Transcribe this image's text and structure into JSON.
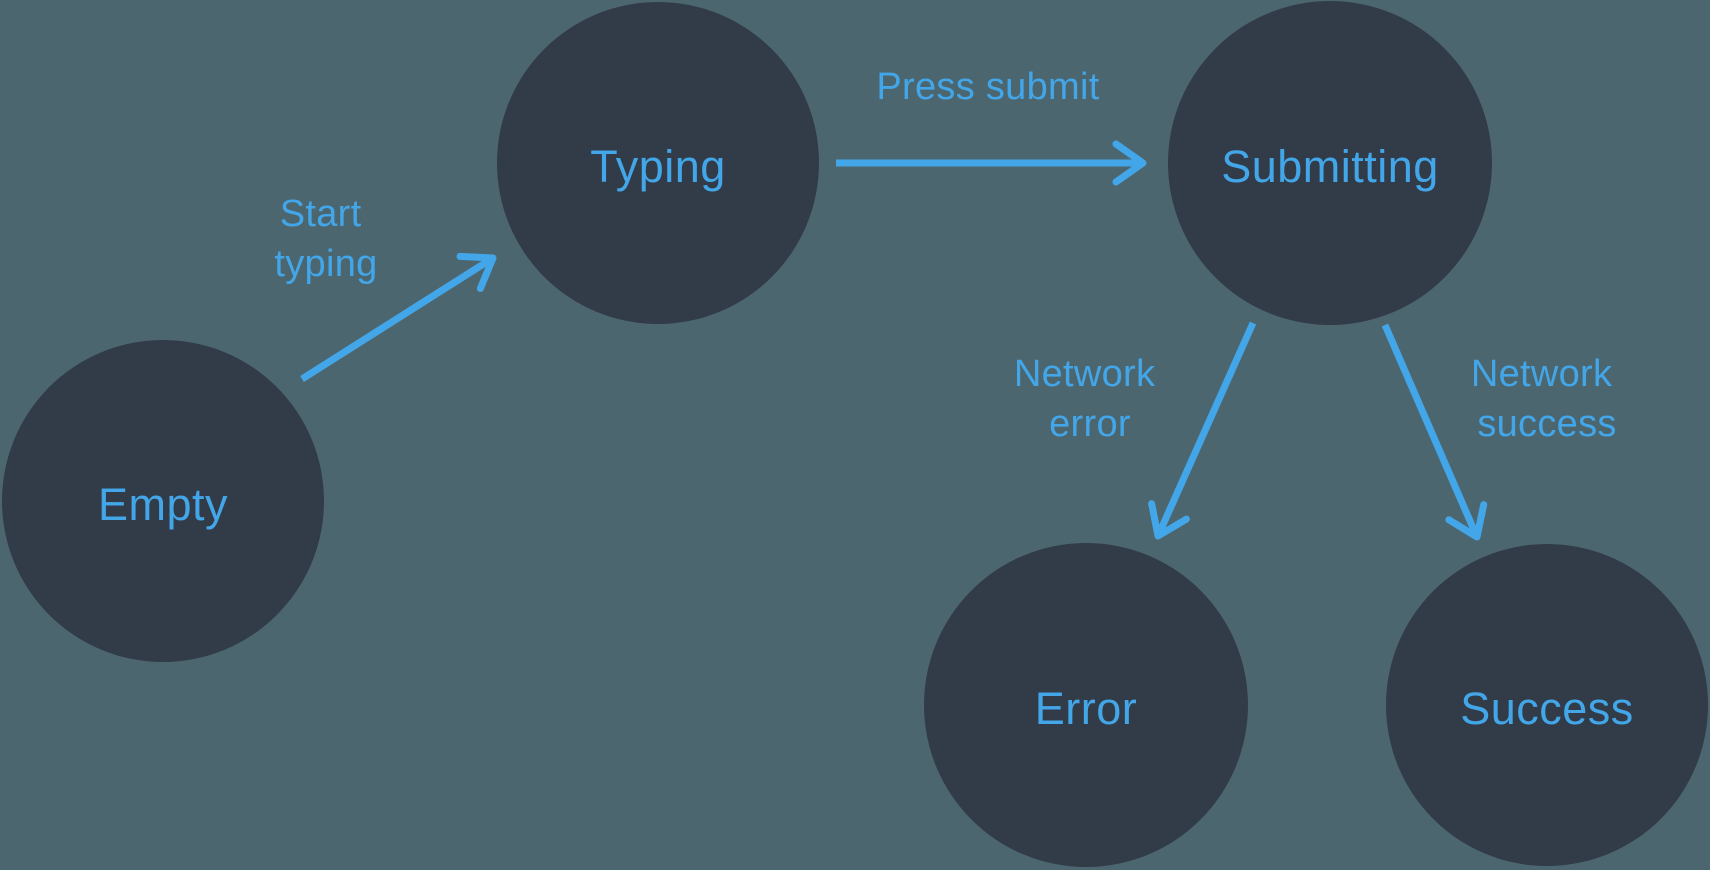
{
  "title": "Form submission state machine diagram",
  "colors": {
    "background": "#4C6670",
    "node_fill": "#323B48",
    "accent": "#42A6E8"
  },
  "nodes": [
    {
      "id": "empty",
      "label": "Empty"
    },
    {
      "id": "typing",
      "label": "Typing"
    },
    {
      "id": "submitting",
      "label": "Submitting"
    },
    {
      "id": "error",
      "label": "Error"
    },
    {
      "id": "success",
      "label": "Success"
    }
  ],
  "edges": [
    {
      "id": "start-typing",
      "from": "empty",
      "to": "typing",
      "label": "Start typing",
      "label_lines": [
        "Start",
        "typing"
      ]
    },
    {
      "id": "press-submit",
      "from": "typing",
      "to": "submitting",
      "label": "Press submit",
      "label_lines": [
        "Press submit"
      ]
    },
    {
      "id": "network-error",
      "from": "submitting",
      "to": "error",
      "label": "Network error",
      "label_lines": [
        "Network",
        "error"
      ]
    },
    {
      "id": "network-success",
      "from": "submitting",
      "to": "success",
      "label": "Network success",
      "label_lines": [
        "Network",
        "success"
      ]
    }
  ]
}
